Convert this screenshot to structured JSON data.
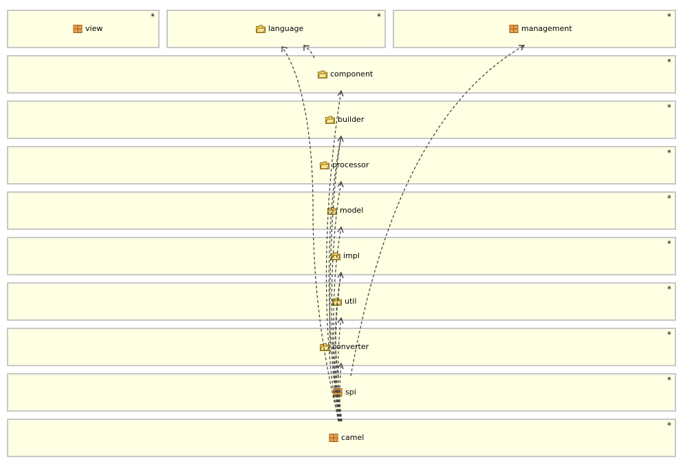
{
  "diagram": {
    "modified_marker": "*",
    "packages": [
      {
        "id": "view",
        "label": "view",
        "icon": "package-icon"
      },
      {
        "id": "language",
        "label": "language",
        "icon": "folder-package-icon"
      },
      {
        "id": "management",
        "label": "management",
        "icon": "package-icon"
      },
      {
        "id": "component",
        "label": "component",
        "icon": "folder-package-icon"
      },
      {
        "id": "builder",
        "label": "builder",
        "icon": "folder-package-icon"
      },
      {
        "id": "processor",
        "label": "processor",
        "icon": "folder-package-icon"
      },
      {
        "id": "model",
        "label": "model",
        "icon": "folder-package-icon"
      },
      {
        "id": "impl",
        "label": "impl",
        "icon": "folder-package-icon"
      },
      {
        "id": "util",
        "label": "util",
        "icon": "folder-package-icon"
      },
      {
        "id": "converter",
        "label": "converter",
        "icon": "folder-package-icon"
      },
      {
        "id": "spi",
        "label": "spi",
        "icon": "package-icon"
      },
      {
        "id": "camel",
        "label": "camel",
        "icon": "package-icon"
      }
    ],
    "dependencies": [
      {
        "from": "component",
        "to": "language"
      },
      {
        "from": "camel",
        "to": "language"
      },
      {
        "from": "spi",
        "to": "management"
      },
      {
        "from": "camel",
        "to": "component"
      },
      {
        "from": "camel",
        "to": "builder"
      },
      {
        "from": "converter",
        "to": "builder"
      },
      {
        "from": "camel",
        "to": "model"
      },
      {
        "from": "camel",
        "to": "impl"
      },
      {
        "from": "camel",
        "to": "util"
      },
      {
        "from": "spi",
        "to": "util"
      },
      {
        "from": "camel",
        "to": "converter"
      },
      {
        "from": "camel",
        "to": "spi"
      }
    ]
  }
}
